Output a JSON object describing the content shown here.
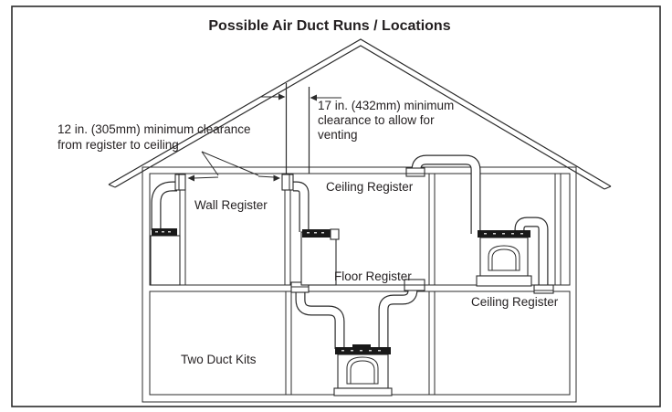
{
  "title": "Possible Air Duct Runs / Locations",
  "annotations": {
    "register_clearance": {
      "line1": "12 in. (305mm) minimum clearance",
      "line2": "from register to ceiling"
    },
    "venting_clearance": {
      "line1": "17 in. (432mm) minimum",
      "line2": "clearance to allow for",
      "line3": "venting"
    }
  },
  "labels": {
    "wall_register": "Wall Register",
    "ceiling_register_upper": "Ceiling Register",
    "floor_register": "Floor Register",
    "ceiling_register_lower": "Ceiling Register",
    "two_duct_kits": "Two Duct Kits"
  },
  "colors": {
    "line": "#2b2b2b",
    "text": "#231f20",
    "background": "#ffffff"
  }
}
